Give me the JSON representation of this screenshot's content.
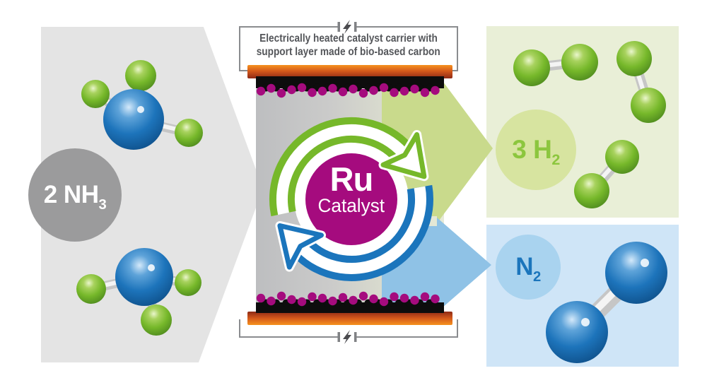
{
  "title": {
    "line1": "Electrically heated catalyst carrier with",
    "line2": "support layer made of bio-based carbon"
  },
  "labels": {
    "reactant": {
      "main": "2 NH",
      "sub": "3"
    },
    "catalyst": {
      "element": "Ru",
      "word": "Catalyst"
    },
    "hydrogen": {
      "main": "3 H",
      "sub": "2"
    },
    "nitrogen": {
      "main": "N",
      "sub": "2"
    }
  },
  "molecule_counts": {
    "nh3_shown": 2,
    "h2_shown": 3,
    "n2_shown": 1
  },
  "icons": {
    "power_top": "lightning-circuit-icon",
    "power_bottom": "lightning-circuit-icon"
  },
  "catalyst_layer": {
    "particles_per_row": 18,
    "particle_color": "#a50b7e",
    "bump_color": "#0d0d0d"
  },
  "colors": {
    "magenta": "#a50b7e",
    "ring_green": "#76b82a",
    "ring_blue": "#1b75bc",
    "beam_green": "#c9da8c",
    "beam_blue": "#8fc2e6",
    "panel_gray": "#e4e4e4",
    "panel_green": "#e9efd7",
    "panel_blue": "#cfe5f7",
    "label_circle_green": "#d7e4a0",
    "label_circle_blue": "#a9d3ef",
    "label_circle_gray": "#9b9b9c",
    "text_green": "#8cc63e",
    "text_blue": "#1b75bc",
    "electrode_orange": "#f6921e",
    "electrode_dark": "#8e2a16",
    "wire_gray": "#8a8c8f",
    "sphere_green": "#76b82a",
    "sphere_blue": "#1d74bb",
    "title_text": "#54565a"
  }
}
